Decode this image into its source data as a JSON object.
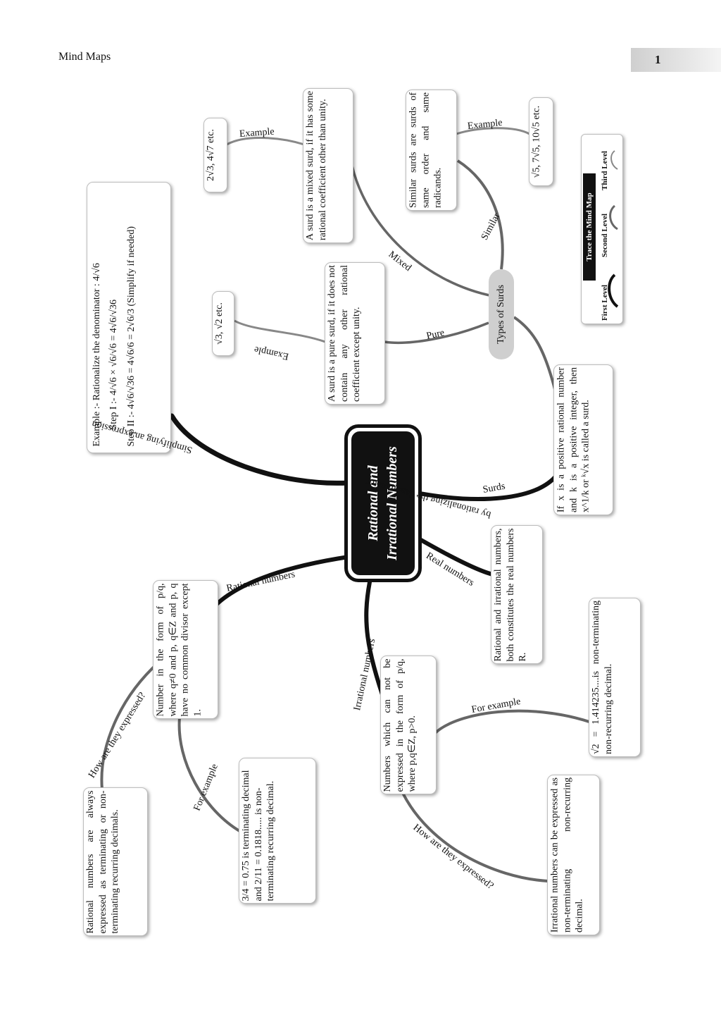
{
  "header": {
    "section": "Mind Maps",
    "page_number": "1"
  },
  "center": {
    "line1": "Rational and",
    "line2": "Irrational Numbers"
  },
  "types_of_surds": "Types of Surds",
  "legend": {
    "title": "Trace the Mind Map",
    "levels": [
      "First Level",
      "Second Level",
      "Third Level"
    ]
  },
  "branch_labels": {
    "simplifying_1": "Simplifying an expression",
    "simplifying_2": "by rationalizing the denominator",
    "surds": "Surds",
    "real_numbers": "Real numbers",
    "rational_numbers": "Rational numbers",
    "irrational_numbers": "Irrational numbers",
    "how_rational": "How are they expressed?",
    "for_example_rational": "For example",
    "for_example_irrational": "For example",
    "how_irrational": "How are they expressed?",
    "pure": "Pure",
    "mixed": "Mixed",
    "similar": "Similar",
    "example_pure": "Example",
    "example_mixed": "Example",
    "example_similar": "Example"
  },
  "boxes": {
    "rationalize": {
      "line1": "Example :- Rationalize the denominator : 4/√6",
      "line2": "Step I :- 4/√6 × √6/√6 = 4√6/√36",
      "line3": "Step II :- 4√6/√36 = 4√6/6 = 2√6/3 (Simplify if needed)"
    },
    "surd_def": "If x is a positive rational number and k is a positive integer, then x^1/k or ᵏ√x is called a surd.",
    "real_def": "Rational and irrational numbers, both constitutes the real numbers R.",
    "rational_def": "Number in the form of p/q, where q≠0 and p, q∈Z and p, q have no common divisor except 1.",
    "rational_expr": "Rational numbers are always expressed as terminating or non-terminating recurring decimals.",
    "rational_example": "3/4 = 0.75 is terminating decimal and 2/11 = 0.1818..... is non-terminating recurring decimal.",
    "irrational_def": "Numbers which can not be expressed in the form of p/q, where p,q∈Z, p>0.",
    "irrational_example": "√2 = 1.414235....is non-terminating non-recurring decimal.",
    "irrational_expr": "Irrational numbers can be expressed as non-terminating non-recurring decimal.",
    "pure_def": "A surd is a pure surd, if it does not contain any other rational coefficient except unity.",
    "pure_example": "√3, √2 etc.",
    "mixed_def": "A surd is a mixed surd, if it has some rational coefficient other than unity.",
    "mixed_example": "2√3, 4√7 etc.",
    "similar_def": "Similar surds are surds of same order and same radicands.",
    "similar_example": "√5, 7√5, 10√5 etc."
  }
}
